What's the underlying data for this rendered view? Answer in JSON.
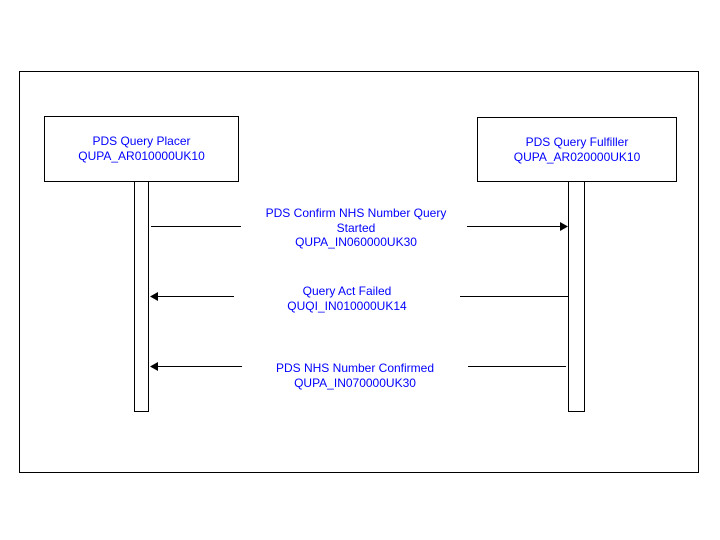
{
  "colors": {
    "text": "#0000ff",
    "line": "#000000"
  },
  "participants": [
    {
      "name": "PDS Query Placer",
      "id": "QUPA_AR010000UK10"
    },
    {
      "name": "PDS Query Fulfiller",
      "id": "QUPA_AR020000UK10"
    }
  ],
  "messages": [
    {
      "line1": "PDS Confirm NHS Number Query",
      "line2": "Started",
      "id": "QUPA_IN060000UK30",
      "direction": "right"
    },
    {
      "line1": "Query Act Failed",
      "id": "QUQI_IN010000UK14",
      "direction": "left"
    },
    {
      "line1": "PDS NHS Number Confirmed",
      "id": "QUPA_IN070000UK30",
      "direction": "left"
    }
  ]
}
